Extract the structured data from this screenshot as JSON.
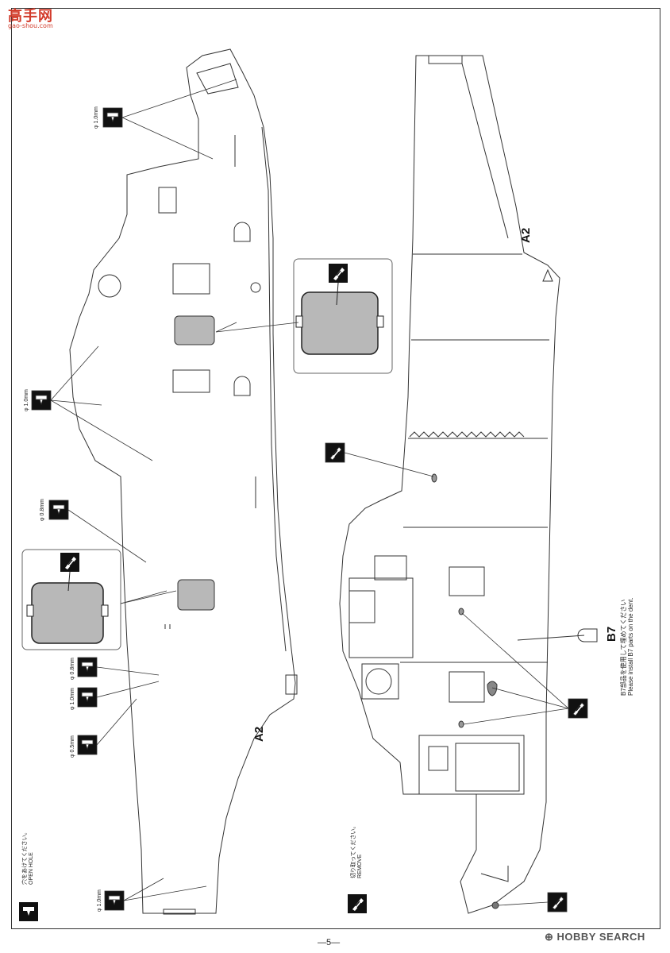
{
  "watermark": {
    "site_cn": "高手网",
    "site_url": "gao-shou.com"
  },
  "drill_sizes": [
    "φ 1.0mm",
    "φ 1.0mm",
    "φ 0.8mm",
    "φ 0.8mm",
    "φ 1.0mm",
    "φ 0.5mm",
    "φ 1.0mm"
  ],
  "part_labels": {
    "left_side": "A2",
    "right_side_top": "A2",
    "b7": "B7"
  },
  "b7_note": {
    "jp": "B7部品を使用して埋めてください",
    "en": "Please install B7 parts on the dent."
  },
  "legend": {
    "open_hole_jp": "穴をあけてください。",
    "open_hole_en": "OPEN HOLE",
    "remove_jp": "切り取ってください。",
    "remove_en": "REMOVE"
  },
  "footer": {
    "page_number": "—5—",
    "brand": "HOBBY SEARCH"
  },
  "colors": {
    "line": "#333333",
    "shade": "#b8b8b8",
    "watermark": "#d23a2a"
  }
}
